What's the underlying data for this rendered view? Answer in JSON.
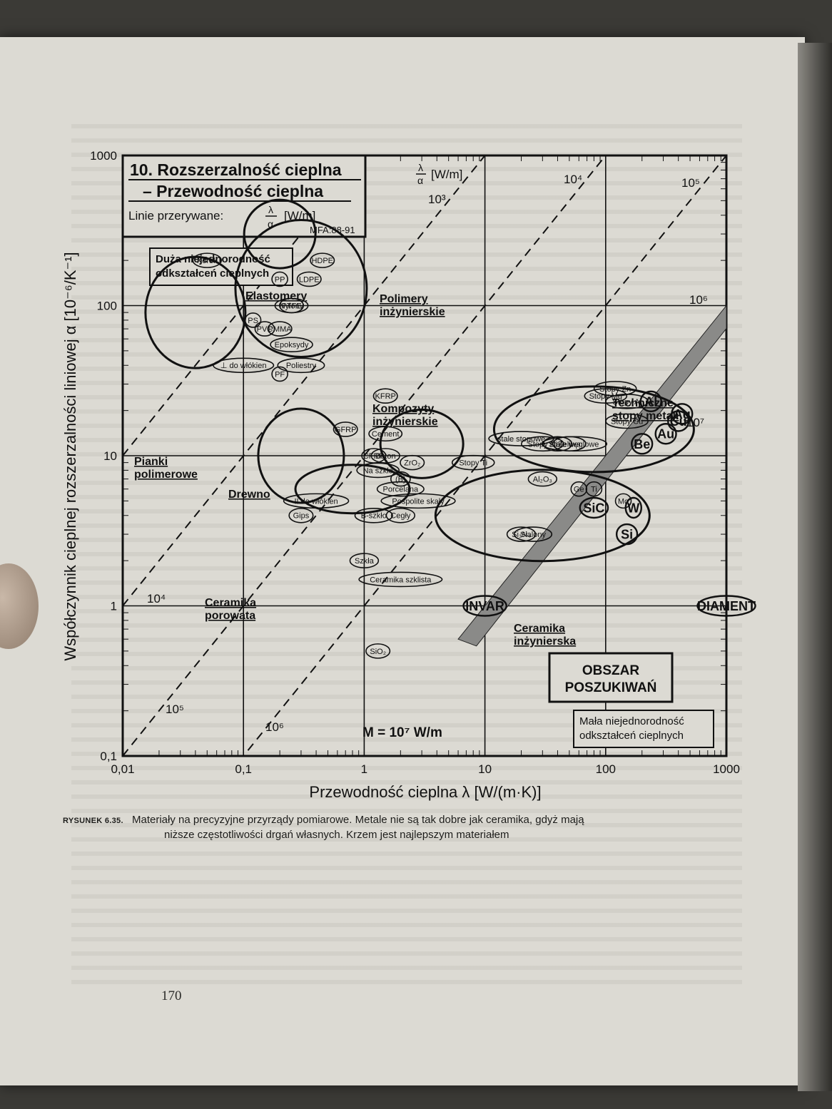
{
  "chart_data": {
    "type": "scatter",
    "title": "10. Rozszerzalność cieplna – Przewodność cieplna",
    "title_line1": "10. Rozszerzalność cieplna",
    "title_line2": "– Przewodność cieplna",
    "guide_line_note": "Linie przerywane:",
    "guide_line_unit": "[W/m]",
    "source_tag": "MFA:88-91",
    "ratio_unit": "[W/m]",
    "xlabel": "Przewodność cieplna λ [W/(m·K)]",
    "ylabel": "Współczynnik cieplnej rozszerzalności liniowej α [10⁻⁶/K⁻¹]",
    "xscale": "log",
    "yscale": "log",
    "xlim": [
      0.01,
      1000
    ],
    "ylim": [
      0.1,
      1000
    ],
    "grid": true,
    "x_ticks": [
      {
        "value": 0.01,
        "label": "0,01"
      },
      {
        "value": 0.1,
        "label": "0,1"
      },
      {
        "value": 1,
        "label": "1"
      },
      {
        "value": 10,
        "label": "10"
      },
      {
        "value": 100,
        "label": "100"
      },
      {
        "value": 1000,
        "label": "1000"
      }
    ],
    "y_ticks": [
      {
        "value": 0.1,
        "label": "0,1"
      },
      {
        "value": 1,
        "label": "1"
      },
      {
        "value": 10,
        "label": "10"
      },
      {
        "value": 100,
        "label": "100"
      },
      {
        "value": 1000,
        "label": "1000"
      }
    ],
    "guide_lines": [
      {
        "ratio": 1000,
        "label": "10³"
      },
      {
        "ratio": 10000,
        "label": "10⁴"
      },
      {
        "ratio": 100000,
        "label": "10⁵"
      },
      {
        "ratio": 1000000,
        "label": "10⁶"
      },
      {
        "ratio": 10000000,
        "label": "10⁷"
      }
    ],
    "merit_band_label": "M = 10⁷ W/m",
    "annotations": {
      "high_distortion": [
        "Duża niejednorodność",
        "odkształceń cieplnych"
      ],
      "low_distortion": [
        "Mała niejednorodność",
        "odkształceń cieplnych"
      ],
      "search_region": [
        "OBSZAR",
        "POSZUKIWAŃ"
      ]
    },
    "families": [
      {
        "name": "Elastomery",
        "lines": [
          "Elastomery"
        ],
        "lambda": 0.2,
        "alpha": 300
      },
      {
        "name": "Polimery inżynierskie",
        "lines": [
          "Polimery",
          "inżynierskie"
        ],
        "lambda": 0.3,
        "alpha": 130
      },
      {
        "name": "Pianki polimerowe",
        "lines": [
          "Pianki",
          "polimerowe"
        ],
        "lambda": 0.04,
        "alpha": 90
      },
      {
        "name": "Kompozyty inżynierskie",
        "lines": [
          "Kompozyty",
          "inżynierskie"
        ],
        "lambda": 3,
        "alpha": 12
      },
      {
        "name": "Drewno",
        "lines": [
          "Drewno"
        ],
        "lambda": 0.3,
        "alpha": 10
      },
      {
        "name": "Ceramika porowata",
        "lines": [
          "Ceramika",
          "porowata"
        ],
        "lambda": 0.8,
        "alpha": 6
      },
      {
        "name": "Techniczne stopy metali",
        "lines": [
          "Techniczne",
          "stopy metali"
        ],
        "lambda": 80,
        "alpha": 15
      },
      {
        "name": "Ceramika inżynierska",
        "lines": [
          "Ceramika",
          "inżynierska"
        ],
        "lambda": 30,
        "alpha": 4
      }
    ],
    "materials": [
      {
        "name": "Korek",
        "lambda": 0.05,
        "alpha": 200
      },
      {
        "name": "HDPE",
        "lambda": 0.45,
        "alpha": 200
      },
      {
        "name": "PP",
        "lambda": 0.2,
        "alpha": 150
      },
      {
        "name": "LDPE",
        "lambda": 0.35,
        "alpha": 150
      },
      {
        "name": "Nylony",
        "lambda": 0.25,
        "alpha": 100
      },
      {
        "name": "PTFE",
        "lambda": 0.25,
        "alpha": 100
      },
      {
        "name": "PS",
        "lambda": 0.12,
        "alpha": 80
      },
      {
        "name": "PVC",
        "lambda": 0.15,
        "alpha": 70
      },
      {
        "name": "PMMA",
        "lambda": 0.2,
        "alpha": 70
      },
      {
        "name": "Epoksydy",
        "lambda": 0.25,
        "alpha": 55
      },
      {
        "name": "Poliestry",
        "lambda": 0.3,
        "alpha": 40
      },
      {
        "name": "PF",
        "lambda": 0.2,
        "alpha": 35
      },
      {
        "name": "⊥ do włókien",
        "lambda": 0.1,
        "alpha": 40
      },
      {
        "name": "KFRP",
        "lambda": 1.5,
        "alpha": 25
      },
      {
        "name": "GFRP",
        "lambda": 0.7,
        "alpha": 15
      },
      {
        "name": "CFRP",
        "lambda": 1.2,
        "alpha": 10
      },
      {
        "name": "II do włókien",
        "lambda": 0.4,
        "alpha": 5
      },
      {
        "name": "Gips",
        "lambda": 0.3,
        "alpha": 4
      },
      {
        "name": "Cement",
        "lambda": 1.5,
        "alpha": 14
      },
      {
        "name": "Beton",
        "lambda": 1.5,
        "alpha": 10
      },
      {
        "name": "Na szkło",
        "lambda": 1.3,
        "alpha": 8
      },
      {
        "name": "(B)",
        "lambda": 2,
        "alpha": 7
      },
      {
        "name": "Porcelana",
        "lambda": 2,
        "alpha": 6
      },
      {
        "name": "Pospolite skały",
        "lambda": 2.8,
        "alpha": 5
      },
      {
        "name": "B-szkło",
        "lambda": 1.2,
        "alpha": 4
      },
      {
        "name": "Cegły",
        "lambda": 2,
        "alpha": 4
      },
      {
        "name": "Szkła",
        "lambda": 1,
        "alpha": 2
      },
      {
        "name": "Ceramika szklista",
        "lambda": 2,
        "alpha": 1.5
      },
      {
        "name": "SiO₂",
        "lambda": 1.3,
        "alpha": 0.5
      },
      {
        "name": "Żeliwa",
        "lambda": 50,
        "alpha": 12
      },
      {
        "name": "Stopy Mg",
        "lambda": 100,
        "alpha": 25
      },
      {
        "name": "Stopy Zn",
        "lambda": 120,
        "alpha": 28
      },
      {
        "name": "Stopy Al",
        "lambda": 150,
        "alpha": 23
      },
      {
        "name": "Stopy Cu",
        "lambda": 150,
        "alpha": 17
      },
      {
        "name": "stale stopowe",
        "lambda": 20,
        "alpha": 13
      },
      {
        "name": "Stale",
        "lambda": 40,
        "alpha": 12
      },
      {
        "name": "stale węglowe",
        "lambda": 55,
        "alpha": 12
      },
      {
        "name": "Stopy Ni",
        "lambda": 30,
        "alpha": 12
      },
      {
        "name": "ZrO₂",
        "lambda": 2.5,
        "alpha": 9
      },
      {
        "name": "Stopy Ti",
        "lambda": 8,
        "alpha": 9
      },
      {
        "name": "Al₂O₃",
        "lambda": 30,
        "alpha": 7
      },
      {
        "name": "Si₃N₄",
        "lambda": 20,
        "alpha": 3
      },
      {
        "name": "Sialony",
        "lambda": 25,
        "alpha": 3
      },
      {
        "name": "Ge",
        "lambda": 60,
        "alpha": 6
      },
      {
        "name": "Ti",
        "lambda": 80,
        "alpha": 6
      },
      {
        "name": "Mo",
        "lambda": 140,
        "alpha": 5
      },
      {
        "name": "SiC",
        "lambda": 80,
        "alpha": 4.5
      },
      {
        "name": "Si",
        "lambda": 150,
        "alpha": 3
      },
      {
        "name": "Be",
        "lambda": 200,
        "alpha": 12
      },
      {
        "name": "Au",
        "lambda": 315,
        "alpha": 14
      },
      {
        "name": "Al",
        "lambda": 237,
        "alpha": 23
      },
      {
        "name": "Ag",
        "lambda": 429,
        "alpha": 19
      },
      {
        "name": "Cu",
        "lambda": 400,
        "alpha": 17
      },
      {
        "name": "W",
        "lambda": 170,
        "alpha": 4.5
      },
      {
        "name": "DIAMENT",
        "lambda": 1000,
        "alpha": 1
      },
      {
        "name": "INVAR",
        "lambda": 10,
        "alpha": 1
      }
    ]
  },
  "caption": {
    "figure_number": "RYSUNEK 6.35.",
    "line1": "Materiały na precyzyjne przyrządy pomiarowe. Metale nie są tak dobre jak ceramika, gdyż mają",
    "line2": "niższe częstotliwości drgań własnych. Krzem jest najlepszym materiałem"
  },
  "page_number": "170"
}
